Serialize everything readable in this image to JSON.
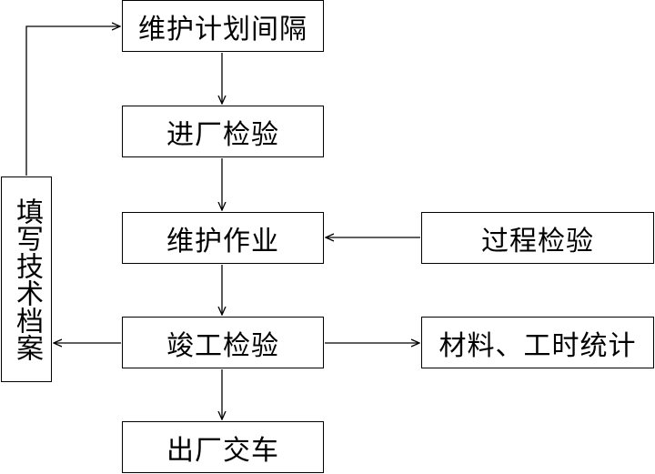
{
  "nodes": {
    "interval": "维护计划间隔",
    "incoming": "进厂检验",
    "maintenance": "维护作业",
    "completion": "竣工检验",
    "delivery": "出厂交车",
    "process_check": "过程检验",
    "stats": "材料、工时统计",
    "archive": "填写技术档案"
  }
}
